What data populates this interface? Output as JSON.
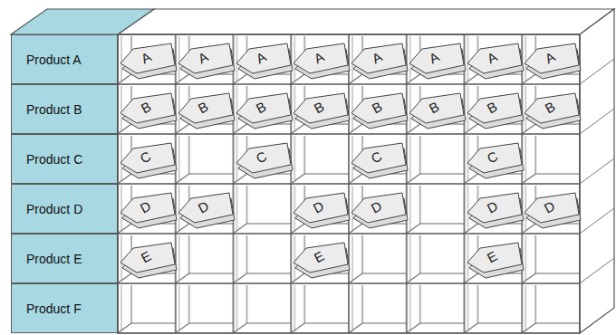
{
  "diagram": {
    "nodes": [
      {
        "text": [
          "Product A"
        ]
      },
      {
        "text": [
          "A"
        ]
      },
      {
        "text": [
          "A"
        ]
      },
      {
        "text": [
          "A"
        ]
      },
      {
        "text": [
          "A"
        ]
      },
      {
        "text": [
          "A"
        ]
      },
      {
        "text": [
          "A"
        ]
      },
      {
        "text": [
          "A"
        ]
      },
      {
        "text": [
          "A"
        ]
      },
      {
        "text": [
          "Product B"
        ]
      },
      {
        "text": [
          "B"
        ]
      },
      {
        "text": [
          "B"
        ]
      },
      {
        "text": [
          "B"
        ]
      },
      {
        "text": [
          "B"
        ]
      },
      {
        "text": [
          "B"
        ]
      },
      {
        "text": [
          "B"
        ]
      },
      {
        "text": [
          "B"
        ]
      },
      {
        "text": [
          "B"
        ]
      },
      {
        "text": [
          "Product C"
        ]
      },
      {
        "text": [
          "C"
        ]
      },
      {
        "text": [
          "C"
        ]
      },
      {
        "text": [
          "C"
        ]
      },
      {
        "text": [
          "C"
        ]
      },
      {
        "text": [
          "Product D"
        ]
      },
      {
        "text": [
          "D"
        ]
      },
      {
        "text": [
          "D"
        ]
      },
      {
        "text": [
          "D"
        ]
      },
      {
        "text": [
          "D"
        ]
      },
      {
        "text": [
          "D"
        ]
      },
      {
        "text": [
          "D"
        ]
      },
      {
        "text": [
          "Product E"
        ]
      },
      {
        "text": [
          "E"
        ]
      },
      {
        "text": [
          "E"
        ]
      },
      {
        "text": [
          "E"
        ]
      },
      {
        "text": [
          "Product F"
        ]
      }
    ]
  }
}
